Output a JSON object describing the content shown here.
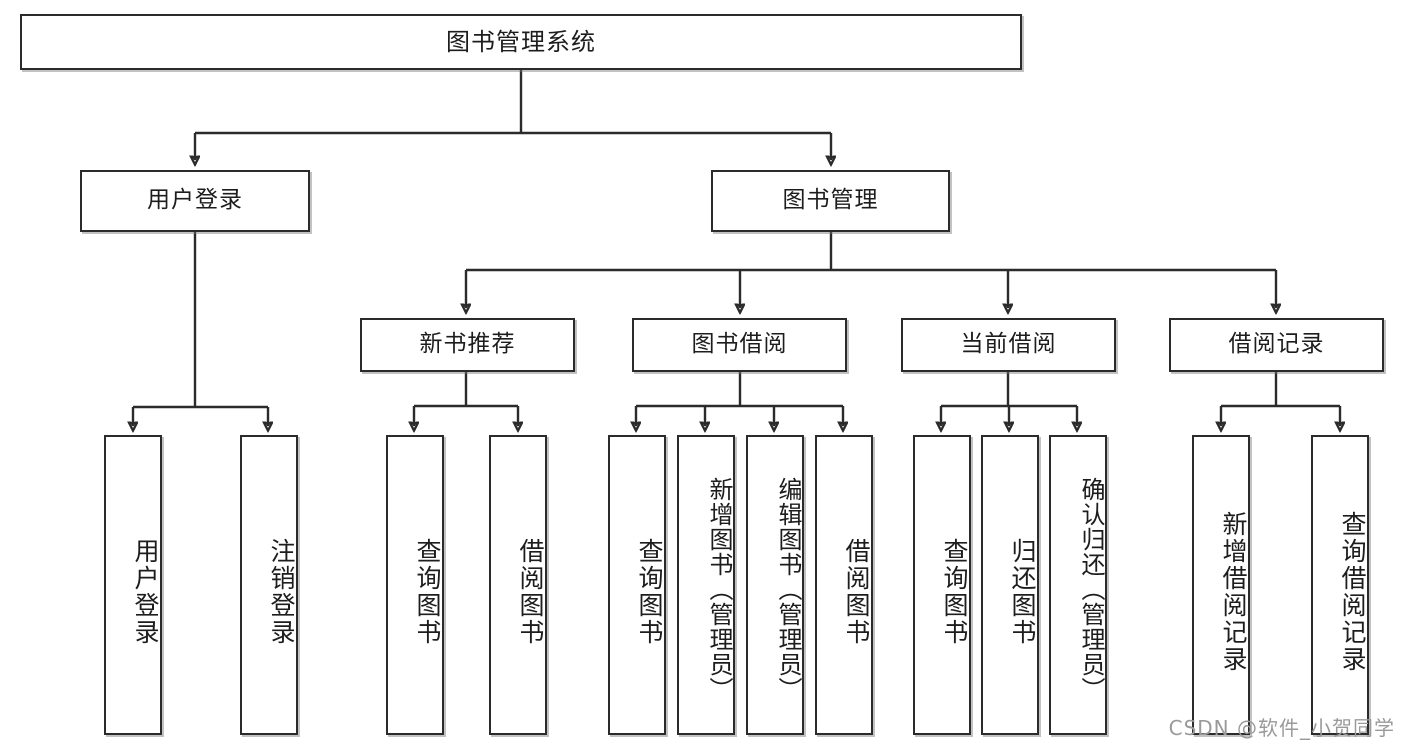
{
  "diagram": {
    "title": "图书管理系统",
    "type": "tree",
    "watermark": "CSDN @软件_小贺同学",
    "colors": {
      "stroke": "#2b2b2b",
      "fill": "#ffffff",
      "text": "#1d1d1d",
      "watermark": "#9a9a9a"
    },
    "nodes": {
      "root": {
        "label": "图书管理系统"
      },
      "level2": [
        {
          "label": "用户登录"
        },
        {
          "label": "图书管理"
        }
      ],
      "level3": [
        {
          "label": "新书推荐"
        },
        {
          "label": "图书借阅"
        },
        {
          "label": "当前借阅"
        },
        {
          "label": "借阅记录"
        }
      ],
      "leaves": [
        {
          "label": "用户登录",
          "parent": "用户登录"
        },
        {
          "label": "注销登录",
          "parent": "用户登录"
        },
        {
          "label": "查询图书",
          "parent": "新书推荐"
        },
        {
          "label": "借阅图书",
          "parent": "新书推荐"
        },
        {
          "label": "查询图书",
          "parent": "图书借阅"
        },
        {
          "label": "新增图书（管理员）",
          "parent": "图书借阅"
        },
        {
          "label": "编辑图书（管理员）",
          "parent": "图书借阅"
        },
        {
          "label": "借阅图书",
          "parent": "图书借阅"
        },
        {
          "label": "查询图书",
          "parent": "当前借阅"
        },
        {
          "label": "归还图书",
          "parent": "当前借阅"
        },
        {
          "label": "确认归还（管理员）",
          "parent": "当前借阅"
        },
        {
          "label": "新增借阅记录",
          "parent": "借阅记录"
        },
        {
          "label": "查询借阅记录",
          "parent": "借阅记录"
        }
      ]
    }
  }
}
